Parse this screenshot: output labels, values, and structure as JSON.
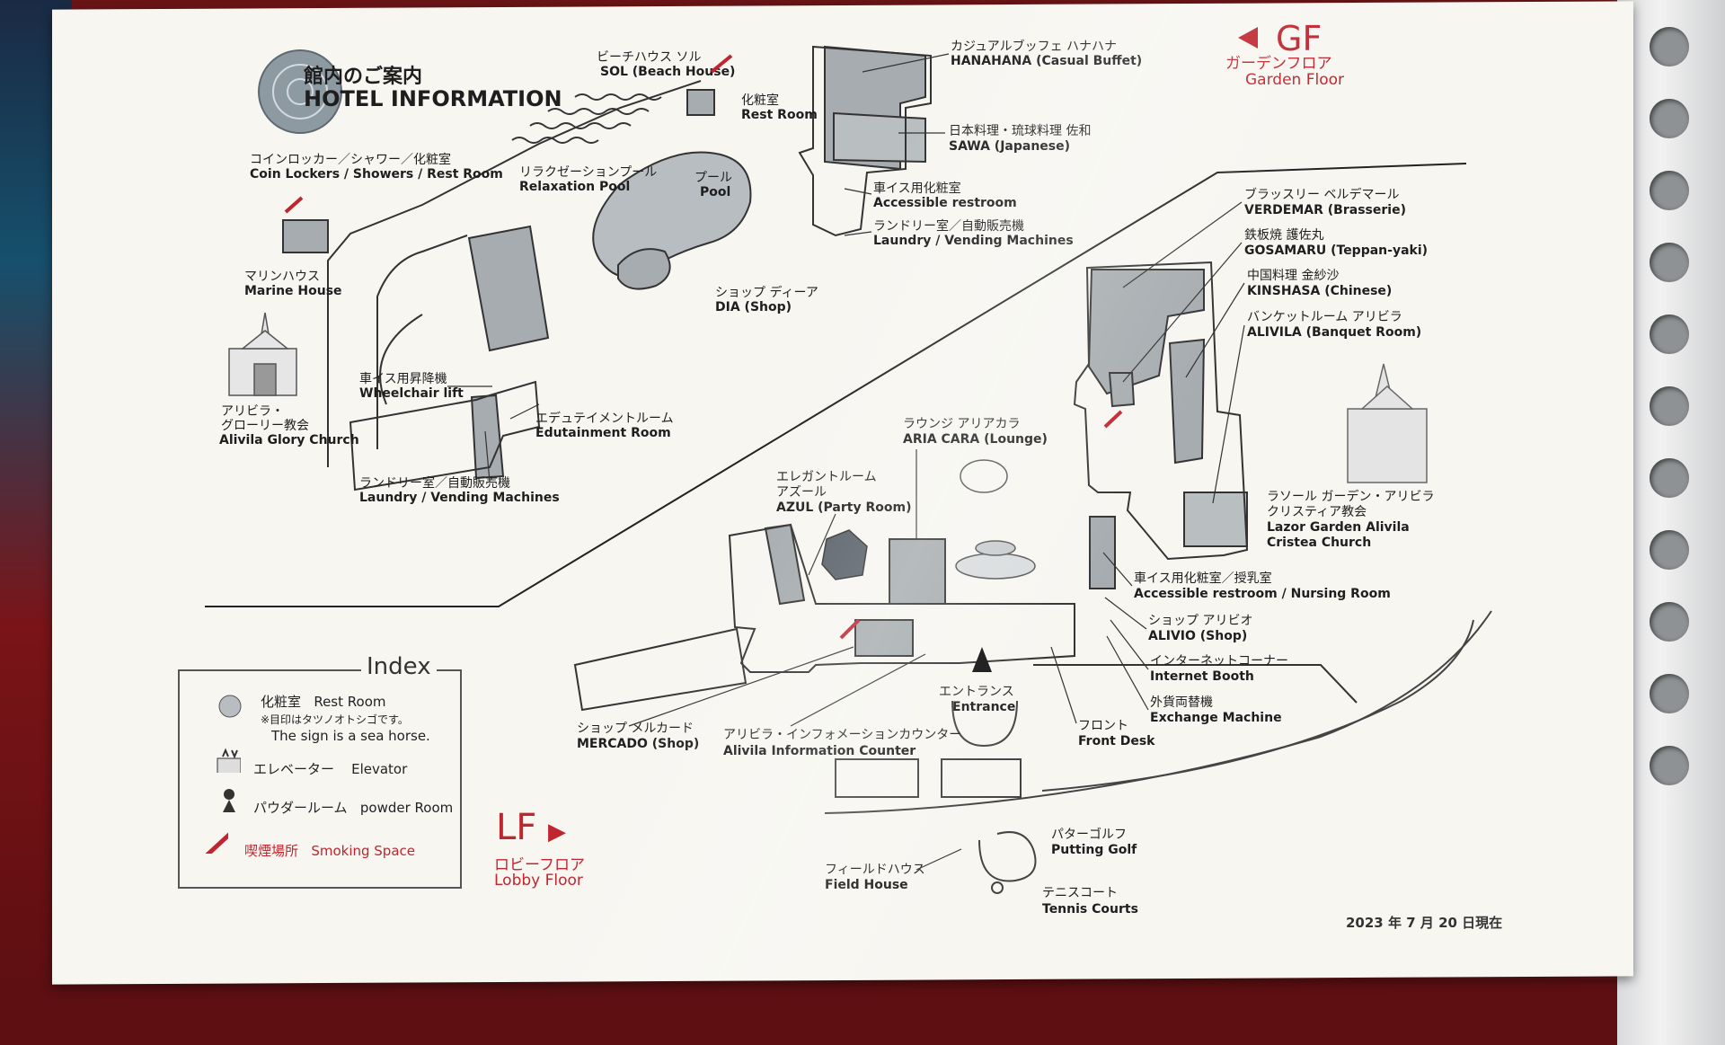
{
  "header": {
    "title_jp": "館内のご案内",
    "title_en": "HOTEL INFORMATION"
  },
  "floors": {
    "gf": {
      "code": "GF",
      "jp": "ガーデンフロア",
      "en": "Garden Floor"
    },
    "lf": {
      "code": "LF",
      "jp": "ロビーフロア",
      "en": "Lobby Floor"
    }
  },
  "garden_floor": {
    "beach_house": {
      "jp": "ビーチハウス ソル",
      "en": "SOL (Beach House)"
    },
    "rest_room": {
      "jp": "化粧室",
      "en": "Rest Room"
    },
    "hanahana": {
      "jp": "カジュアルブッフェ ハナハナ",
      "en": "HANAHANA (Casual Buffet)"
    },
    "sawa": {
      "jp": "日本料理・琉球料理 佐和",
      "en": "SAWA (Japanese)"
    },
    "accessible": {
      "jp": "車イス用化粧室",
      "en": "Accessible restroom"
    },
    "laundry_gf": {
      "jp": "ランドリー室／自動販売機",
      "en": "Laundry / Vending Machines"
    },
    "pool": {
      "jp": "プール",
      "en": "Pool"
    },
    "relax_pool": {
      "jp": "リラクゼーションプール",
      "en": "Relaxation Pool"
    },
    "lockers": {
      "jp": "コインロッカー／シャワー／化粧室",
      "en": "Coin Lockers / Showers / Rest Room"
    },
    "marine": {
      "jp": "マリンハウス",
      "en": "Marine House"
    },
    "church_jp1": "アリビラ・",
    "church_jp2": "グローリー教会",
    "church_en": "Alivila Glory Church",
    "wheelchair": {
      "jp": "車イス用昇降機",
      "en": "Wheelchair lift"
    },
    "edutainment": {
      "jp": "エデュテイメントルーム",
      "en": "Edutainment Room"
    },
    "laundry_lf": {
      "jp": "ランドリー室／自動販売機",
      "en": "Laundry / Vending Machines"
    },
    "dia": {
      "jp": "ショップ ディーア",
      "en": "DIA (Shop)"
    }
  },
  "lobby_floor": {
    "verdemar": {
      "jp": "ブラッスリー ベルデマール",
      "en": "VERDEMAR (Brasserie)"
    },
    "gosamaru": {
      "jp": "鉄板焼 護佐丸",
      "en": "GOSAMARU (Teppan-yaki)"
    },
    "kinshasa": {
      "jp": "中国料理 金紗沙",
      "en": "KINSHASA (Chinese)"
    },
    "alivila_banquet": {
      "jp": "バンケットルーム アリビラ",
      "en": "ALIVILA (Banquet Room)"
    },
    "aria": {
      "jp": "ラウンジ アリアカラ",
      "en": "ARIA CARA (Lounge)"
    },
    "azul_jp1": "エレガントルーム",
    "azul_jp2": "アズール",
    "azul_en": "AZUL (Party Room)",
    "lazor_jp1": "ラソール ガーデン・アリビラ",
    "lazor_jp2": "クリスティア教会",
    "lazor_en1": "Lazor Garden Alivila",
    "lazor_en2": "Cristea Church",
    "nursing": {
      "jp": "車イス用化粧室／授乳室",
      "en": "Accessible restroom / Nursing Room"
    },
    "alivio": {
      "jp": "ショップ アリビオ",
      "en": "ALIVIO (Shop)"
    },
    "internet": {
      "jp": "インターネットコーナー",
      "en": "Internet Booth"
    },
    "exchange": {
      "jp": "外貨両替機",
      "en": "Exchange Machine"
    },
    "front": {
      "jp": "フロント",
      "en": "Front Desk"
    },
    "entrance": {
      "jp": "エントランス",
      "en": "Entrance"
    },
    "mercado": {
      "jp": "ショップ メルカード",
      "en": "MERCADO (Shop)"
    },
    "info": {
      "jp": "アリビラ・インフォメーションカウンター",
      "en": "Alivila Information Counter"
    },
    "putting": {
      "jp": "パターゴルフ",
      "en": "Putting Golf"
    },
    "field": {
      "jp": "フィールドハウス",
      "en": "Field House"
    },
    "tennis": {
      "jp": "テニスコート",
      "en": "Tennis Courts"
    }
  },
  "index": {
    "title": "Index",
    "restroom_jp": "化粧室",
    "restroom_en": "Rest Room",
    "restroom_note_jp": "※目印はタツノオトシゴです。",
    "restroom_note_en": "The sign is a sea horse.",
    "elevator_jp": "エレベーター",
    "elevator_en": "Elevator",
    "powder_jp": "パウダールーム",
    "powder_en": "powder Room",
    "smoking_jp": "喫煙場所",
    "smoking_en": "Smoking Space"
  },
  "date_note": "2023 年 7 月 20 日現在",
  "colors": {
    "room_fill": "#a6acaf",
    "accent_red": "#c0262f",
    "line": "#2b2b2b",
    "paper": "#f7f6f1"
  }
}
